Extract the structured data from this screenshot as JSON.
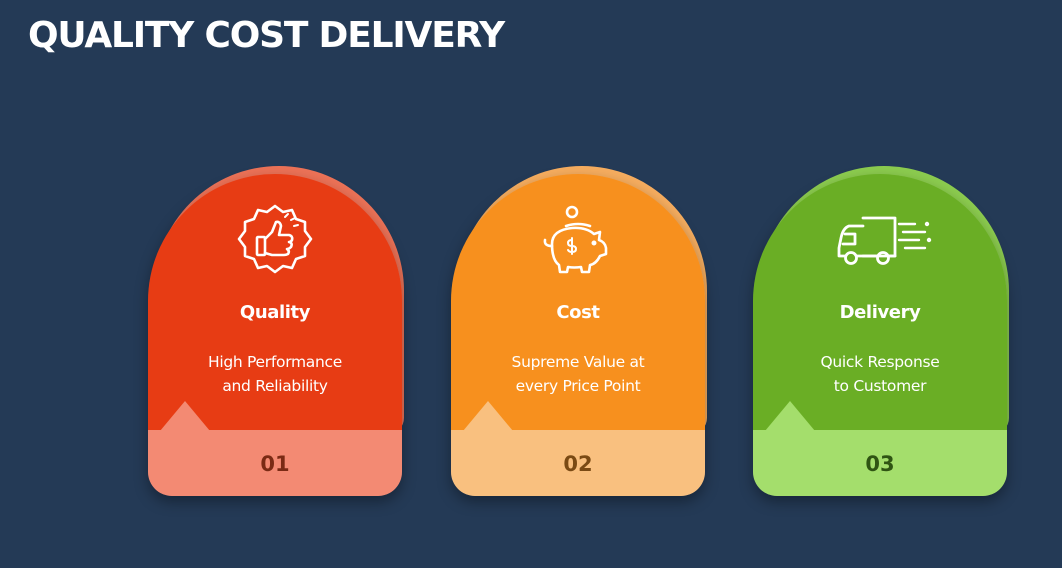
{
  "title": "QUALITY COST DELIVERY",
  "cards": [
    {
      "label": "Quality",
      "desc_line1": "High Performance",
      "desc_line2": "and Reliability",
      "number": "01",
      "icon": "thumbs-up-badge-icon",
      "colors": {
        "main": "#e73c14",
        "back": "#ec7257",
        "foot": "#f38a73",
        "num": "#7a2a14"
      }
    },
    {
      "label": "Cost",
      "desc_line1": "Supreme Value at",
      "desc_line2": "every Price Point",
      "number": "02",
      "icon": "piggy-bank-icon",
      "colors": {
        "main": "#f7901e",
        "back": "#f6ad5f",
        "foot": "#f9c07f",
        "num": "#7a4a14"
      }
    },
    {
      "label": "Delivery",
      "desc_line1": "Quick Response",
      "desc_line2": "to Customer",
      "number": "03",
      "icon": "delivery-truck-icon",
      "colors": {
        "main": "#6aae25",
        "back": "#8ccc4f",
        "foot": "#a4de6c",
        "num": "#2f5413"
      }
    }
  ]
}
